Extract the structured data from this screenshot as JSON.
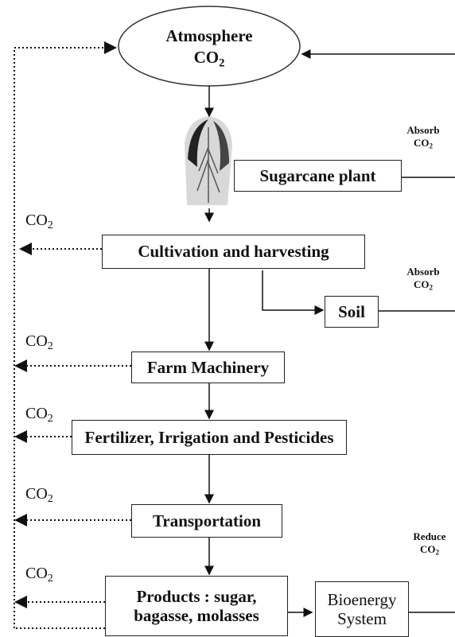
{
  "atmosphere": {
    "title": "Atmosphere",
    "co2": "CO",
    "co2_sub": "2"
  },
  "plant": {
    "label": "Sugarcane plant"
  },
  "absorb1": {
    "line1": "Absorb",
    "co2": "CO",
    "co2_sub": "2"
  },
  "absorb2": {
    "line1": "Absorb",
    "co2": "CO",
    "co2_sub": "2"
  },
  "reduce": {
    "line1": "Reduce",
    "co2": "CO",
    "co2_sub": "2"
  },
  "boxes": {
    "cultivation": "Cultivation and harvesting",
    "soil": "Soil",
    "machinery": "Farm Machinery",
    "fertilizer": "Fertilizer, Irrigation and Pesticides",
    "transport": "Transportation",
    "products_line1": "Products : sugar,",
    "products_line2": "bagasse, molasses",
    "bioenergy_line1": "Bioenergy",
    "bioenergy_line2": "System"
  },
  "emissions": {
    "co2": "CO",
    "co2_sub": "2"
  }
}
